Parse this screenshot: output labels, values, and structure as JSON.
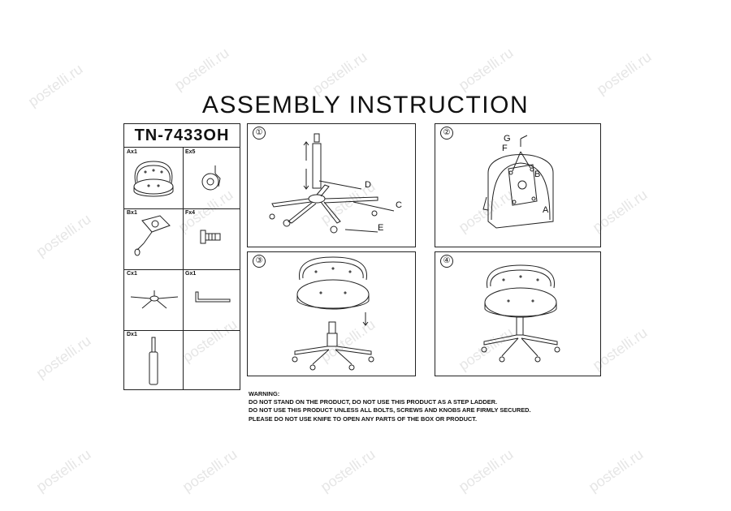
{
  "title": "ASSEMBLY INSTRUCTION",
  "model": "TN-7433OH",
  "parts": [
    {
      "label": "Ax1",
      "icon": "chair-seat-icon"
    },
    {
      "label": "Ex5",
      "icon": "caster-wheel-icon"
    },
    {
      "label": "Bx1",
      "icon": "seat-mechanism-icon"
    },
    {
      "label": "Fx4",
      "icon": "bolt-icon"
    },
    {
      "label": "Cx1",
      "icon": "star-base-icon"
    },
    {
      "label": "Gx1",
      "icon": "hex-key-icon"
    },
    {
      "label": "Dx1",
      "icon": "gas-lift-icon"
    }
  ],
  "steps": [
    {
      "number": "①",
      "labels": [
        "D",
        "C",
        "E"
      ]
    },
    {
      "number": "②",
      "labels": [
        "G",
        "F",
        "B",
        "A"
      ]
    },
    {
      "number": "③",
      "labels": []
    },
    {
      "number": "④",
      "labels": []
    }
  ],
  "warning": {
    "heading": "WARNING:",
    "lines": [
      "DO NOT STAND ON THE PRODUCT, DO NOT USE THIS PRODUCT AS A STEP LADDER.",
      "DO NOT USE THIS PRODUCT UNLESS ALL BOLTS, SCREWS AND KNOBS ARE FIRMLY SECURED.",
      "PLEASE DO NOT USE KNIFE TO OPEN ANY PARTS OF THE BOX OR PRODUCT."
    ]
  },
  "watermark": "postelli.ru"
}
